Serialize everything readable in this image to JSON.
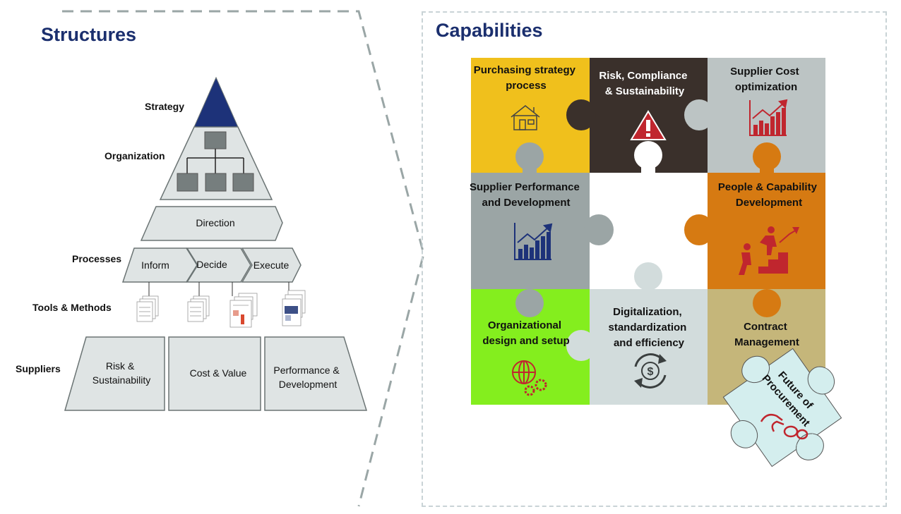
{
  "structures": {
    "title": "Structures",
    "levels": {
      "strategy": "Strategy",
      "organization": "Organization",
      "processes": "Processes",
      "tools": "Tools & Methods",
      "suppliers": "Suppliers"
    },
    "direction": "Direction",
    "process_steps": [
      "Inform",
      "Decide",
      "Execute"
    ],
    "supplier_blocks": [
      {
        "line1": "Risk &",
        "line2": "Sustainability"
      },
      {
        "line1": "Cost & Value",
        "line2": ""
      },
      {
        "line1": "Performance &",
        "line2": "Development"
      }
    ]
  },
  "capabilities": {
    "title": "Capabilities",
    "pieces": [
      {
        "line1": "Purchasing strategy",
        "line2": "process",
        "color": "#f0c01c",
        "icon": "house-icon"
      },
      {
        "line1": "Risk, Compliance",
        "line2": "& Sustainability",
        "color": "#3a302b",
        "icon": "warning-icon"
      },
      {
        "line1": "Supplier Cost",
        "line2": "optimization",
        "color": "#bcc4c4",
        "icon": "growth-chart-icon"
      },
      {
        "line1": "Supplier Performance",
        "line2": "and Development",
        "color": "#9ba5a5",
        "icon": "growth-chart-icon"
      },
      {
        "line1": "People & Capability",
        "line2": "Development",
        "color": "#d67a12",
        "icon": "climbing-stairs-icon"
      },
      {
        "line1": "Organizational",
        "line2": "design and setup",
        "color": "#84ee1e",
        "icon": "globe-gears-icon"
      },
      {
        "line1": "Digitalization,",
        "line2": "standardization",
        "line3": "and efficiency",
        "color": "#d2dcdc",
        "icon": "dollar-cycle-icon"
      },
      {
        "line1": "Contract",
        "line2": "Management",
        "color": "#c5b67a",
        "icon": "contract-icon"
      }
    ],
    "future": {
      "line1": "Future of",
      "line2": "Procurement",
      "color": "#d4eeee",
      "icon": "robot-hand-icon"
    }
  }
}
